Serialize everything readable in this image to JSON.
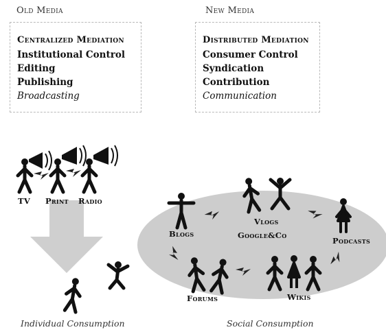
{
  "old_media": {
    "heading": "Old Media",
    "box_title": "Centralized Mediation",
    "items": [
      "Institutional Control",
      "Editing",
      "Publishing",
      "Broadcasting"
    ]
  },
  "new_media": {
    "heading": "New Media",
    "box_title": "Distributed Mediation",
    "items": [
      "Consumer Control",
      "Syndication",
      "Contribution",
      "Communication"
    ]
  },
  "old_channels": [
    "TV",
    "Print",
    "Radio"
  ],
  "social_nodes": [
    "Blogs",
    "Vlogs",
    "Google&Co",
    "Podcasts",
    "Forums",
    "Wikis"
  ],
  "captions": {
    "left": "Individual Consumption",
    "right": "Social Consumption"
  }
}
